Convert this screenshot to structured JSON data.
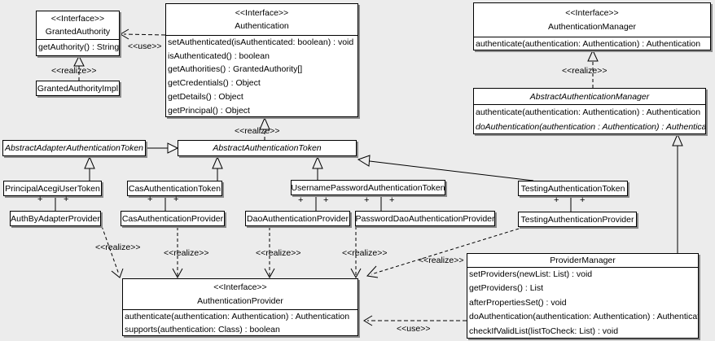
{
  "labels": {
    "use": "<<use>>",
    "realize": "<<realize>>",
    "plus": "+"
  },
  "colors": {
    "background": "#ececec",
    "box_fill": "#ffffff",
    "line": "#000000",
    "shadow": "#8b8b8b"
  },
  "classes": {
    "granted_authority": {
      "stereotype": "<<Interface>>",
      "name": "GrantedAuthority",
      "methods": [
        "getAuthority() : String"
      ]
    },
    "granted_authority_impl": {
      "name": "GrantedAuthorityImpl"
    },
    "authentication": {
      "stereotype": "<<Interface>>",
      "name": "Authentication",
      "methods": [
        "setAuthenticated(isAuthenticated: boolean) : void",
        "isAuthenticated() : boolean",
        "getAuthorities() : GrantedAuthority[]",
        "getCredentials() : Object",
        "getDetails() : Object",
        "getPrincipal() : Object"
      ]
    },
    "authentication_manager": {
      "stereotype": "<<Interface>>",
      "name": "AuthenticationManager",
      "methods": [
        "authenticate(authentication: Authentication) : Authentication"
      ]
    },
    "abstract_authentication_manager": {
      "name": "AbstractAuthenticationManager",
      "methods": [
        "authenticate(authentication: Authentication) : Authentication",
        "doAuthentication(authentication : Authentication) : Authentication"
      ]
    },
    "abstract_adapter_authentication_token": {
      "name": "AbstractAdapterAuthenticationToken"
    },
    "abstract_authentication_token": {
      "name": "AbstractAuthenticationToken"
    },
    "principal_acegi_user_token": {
      "name": "PrincipalAcegiUserToken"
    },
    "cas_authentication_token": {
      "name": "CasAuthenticationToken"
    },
    "username_password_authentication_token": {
      "name": "UsernamePasswordAuthenticationToken"
    },
    "testing_authentication_token": {
      "name": "TestingAuthenticationToken"
    },
    "auth_by_adapter_provider": {
      "name": "AuthByAdapterProvider"
    },
    "cas_authentication_provider": {
      "name": "CasAuthenticationProvider"
    },
    "dao_authentication_provider": {
      "name": "DaoAuthenticationProvider"
    },
    "password_dao_authentication_provider": {
      "name": "PasswordDaoAuthenticationProvider"
    },
    "testing_authentication_provider": {
      "name": "TestingAuthenticationProvider"
    },
    "authentication_provider": {
      "stereotype": "<<Interface>>",
      "name": "AuthenticationProvider",
      "methods": [
        "authenticate(authentication: Authentication) : Authentication",
        "supports(authentication: Class) : boolean"
      ]
    },
    "provider_manager": {
      "name": "ProviderManager",
      "methods": [
        "setProviders(newList: List) : void",
        "getProviders() : List",
        "afterPropertiesSet() : void",
        "doAuthentication(authentication: Authentication) : Authentication",
        "checkIfValidList(listToCheck: List) : void"
      ]
    }
  }
}
